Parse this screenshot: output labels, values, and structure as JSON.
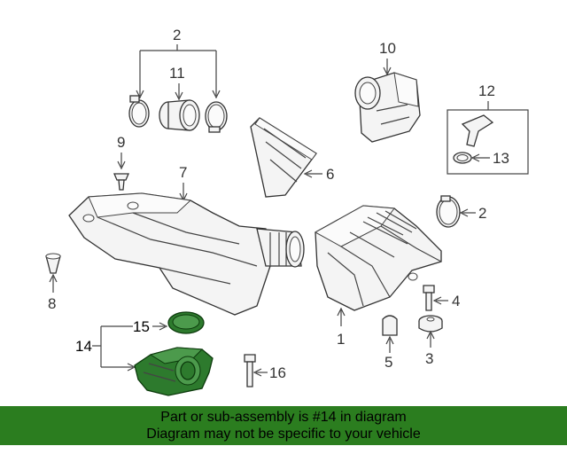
{
  "callouts": {
    "c1": "1",
    "c2a": "2",
    "c2b": "2",
    "c3": "3",
    "c4": "4",
    "c5": "5",
    "c6": "6",
    "c7": "7",
    "c8": "8",
    "c9": "9",
    "c10": "10",
    "c11": "11",
    "c12": "12",
    "c13": "13",
    "c14": "14",
    "c15": "15",
    "c16": "16"
  },
  "banner": {
    "line1": "Part or sub-assembly is #14 in diagram",
    "line2": "Diagram may not be specific to your vehicle"
  },
  "colors": {
    "highlight": "#2d7a2d",
    "banner": "#2b7d1f"
  }
}
